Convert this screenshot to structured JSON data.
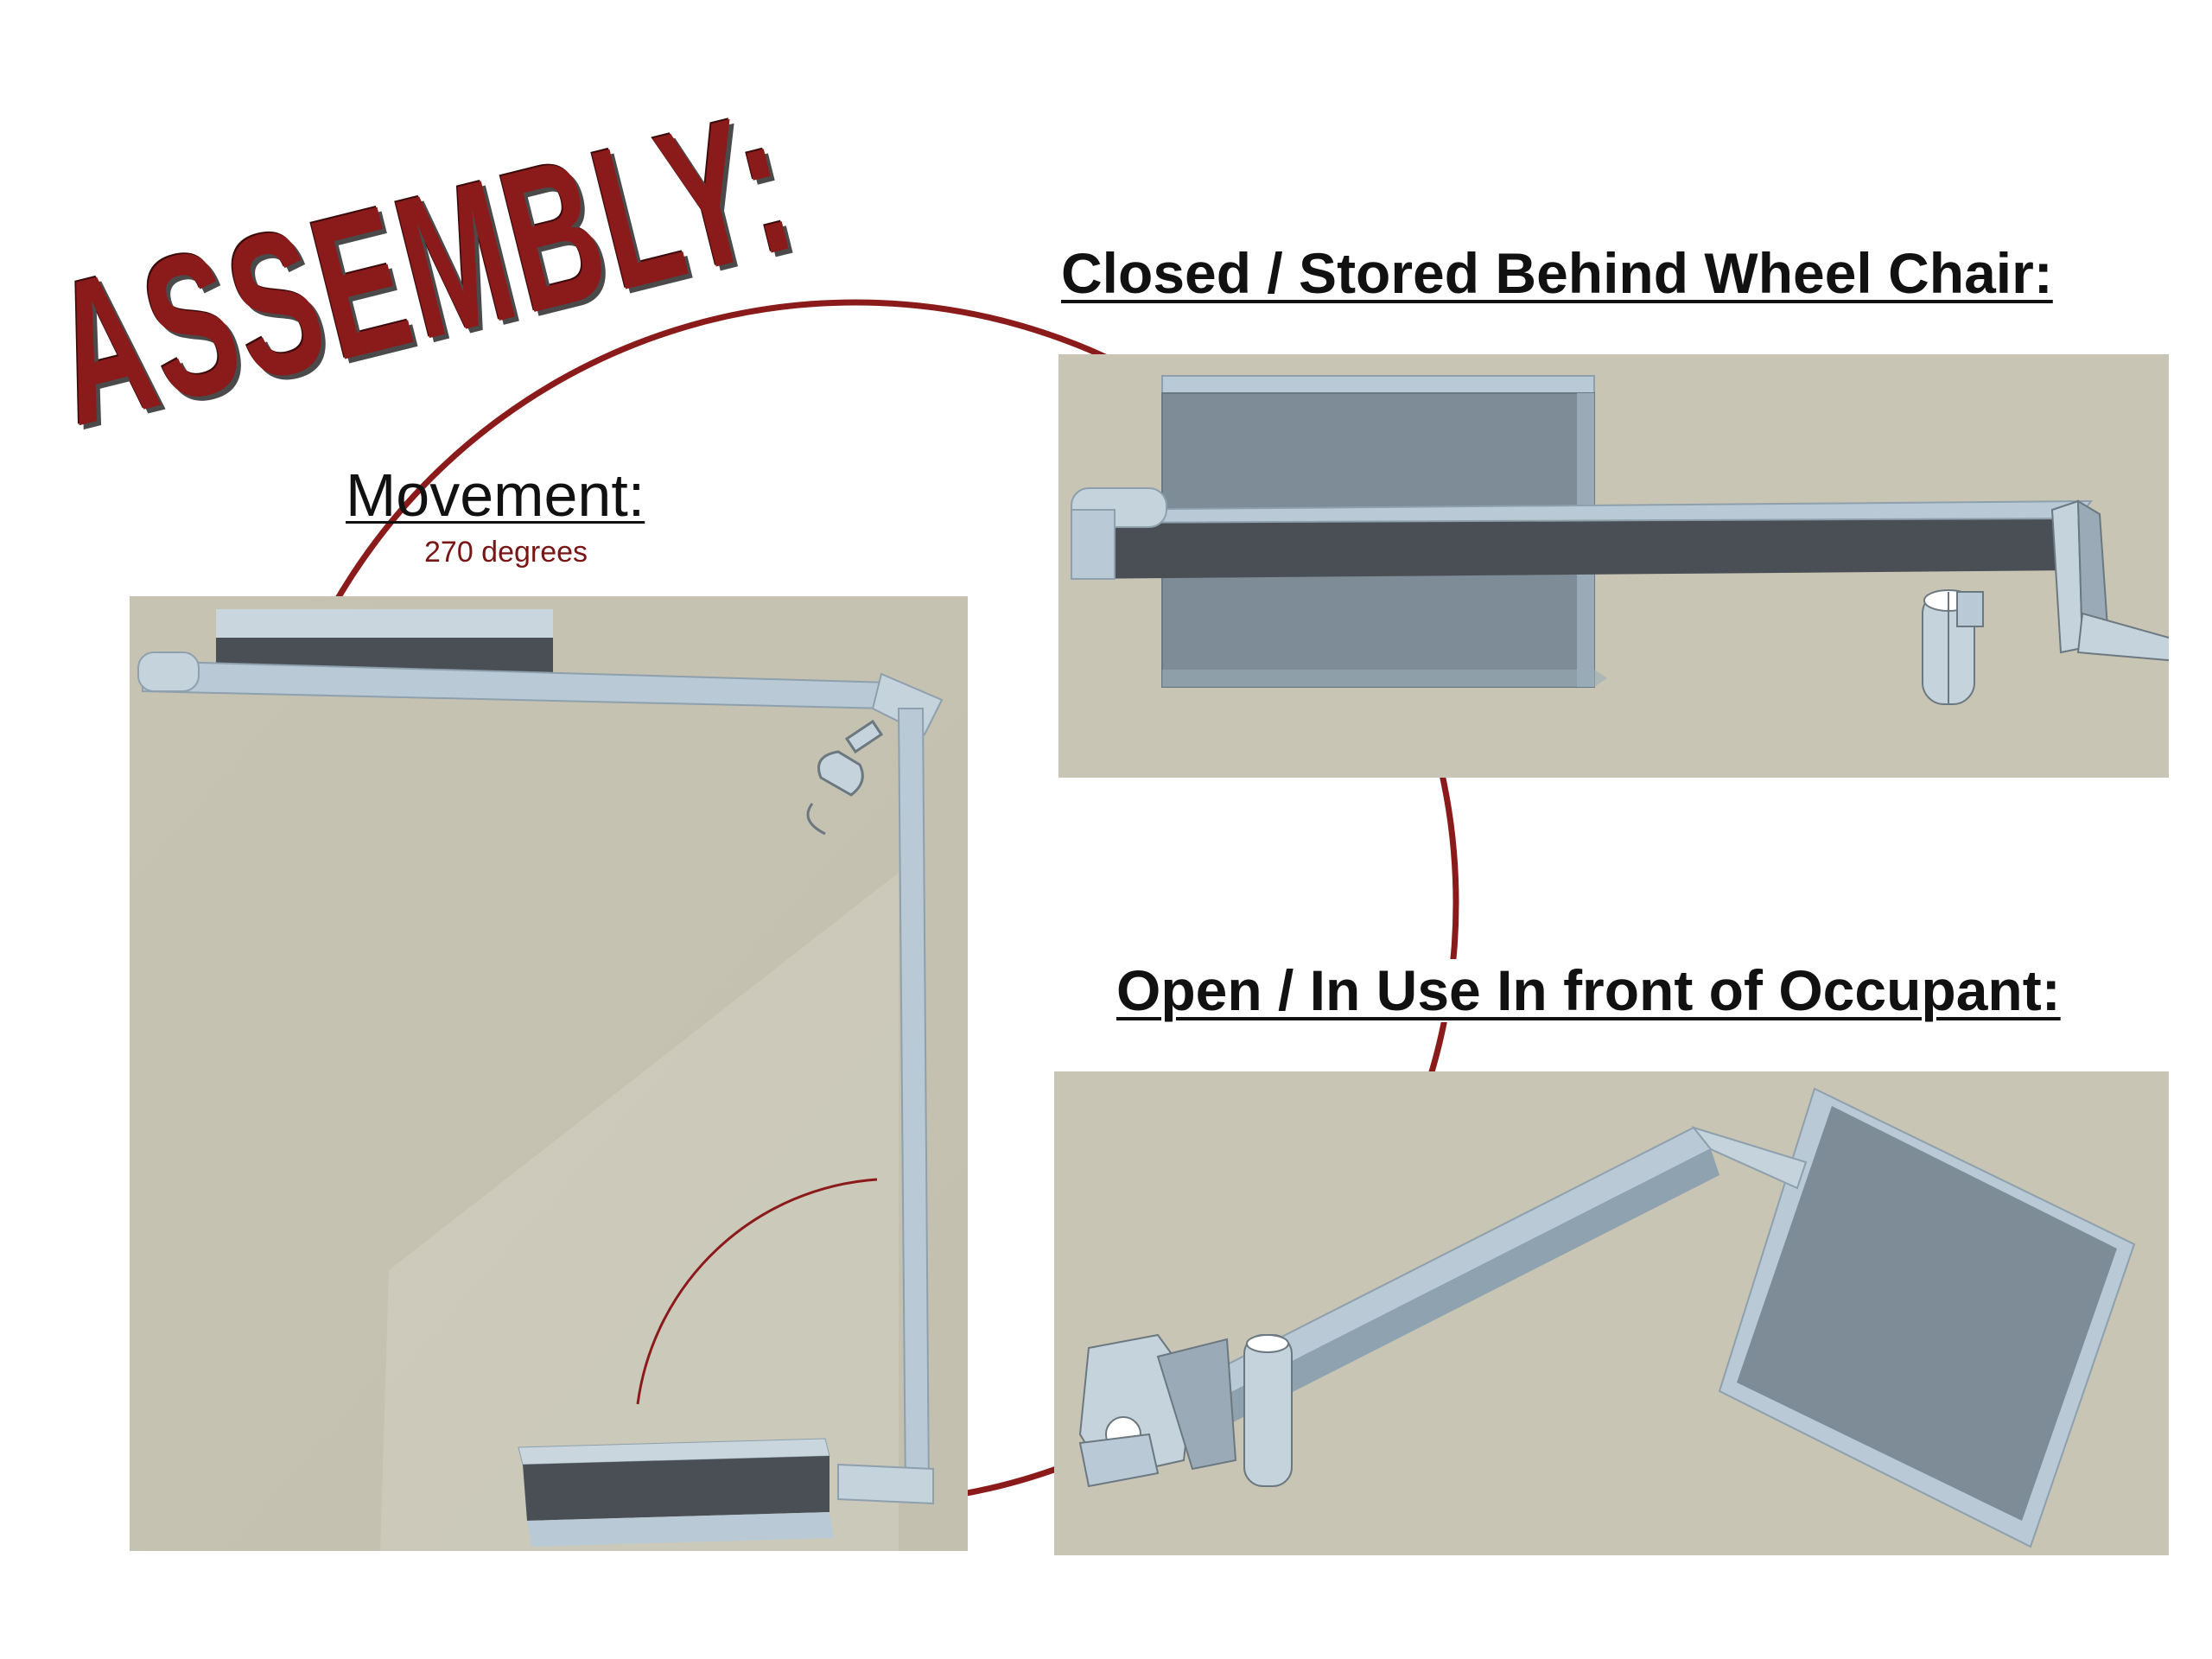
{
  "title": "ASSEMBLY:",
  "headings": {
    "closed": "Closed / Stored Behind Wheel Chair:",
    "open": "Open / In Use In front of Occupant:"
  },
  "movement": {
    "label": "Movement:",
    "value": "270 degrees"
  },
  "colors": {
    "accent_red": "#8b1a1a",
    "render_background": "#c9c6b6",
    "part_light": "#b9cad6",
    "part_dark": "#4a4f55",
    "tray_face": "#7d8c96"
  }
}
